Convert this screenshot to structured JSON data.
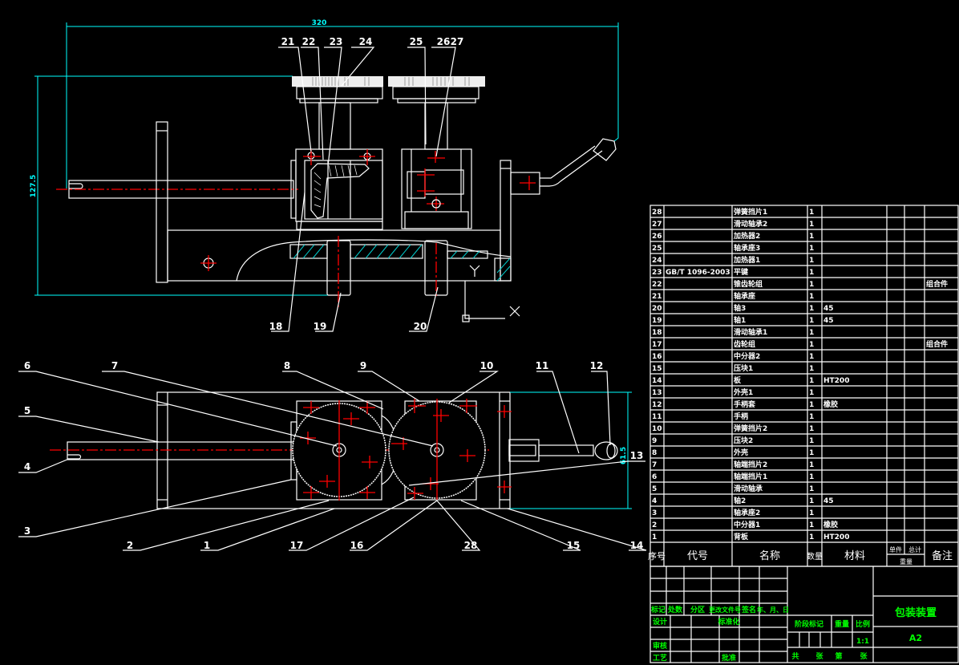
{
  "drawing": {
    "dimensions": {
      "overall_length": "320",
      "height": "127.5",
      "width": "61.5"
    },
    "ucs": {
      "x_label": "X",
      "y_label": "Y"
    },
    "elevation_labels": [
      "21",
      "22",
      "23",
      "24",
      "25",
      "26",
      "27",
      "18",
      "19",
      "20"
    ],
    "plan_labels": [
      "6",
      "7",
      "8",
      "9",
      "10",
      "11",
      "12",
      "5",
      "4",
      "13",
      "3",
      "2",
      "1",
      "17",
      "16",
      "28",
      "15",
      "14"
    ]
  },
  "bom": {
    "rows": [
      {
        "no": "28",
        "code": "",
        "name": "弹簧挡片1",
        "qty": "1",
        "material": "",
        "note": ""
      },
      {
        "no": "27",
        "code": "",
        "name": "滑动轴承2",
        "qty": "1",
        "material": "",
        "note": ""
      },
      {
        "no": "26",
        "code": "",
        "name": "加热器2",
        "qty": "1",
        "material": "",
        "note": ""
      },
      {
        "no": "25",
        "code": "",
        "name": "轴承座3",
        "qty": "1",
        "material": "",
        "note": ""
      },
      {
        "no": "24",
        "code": "",
        "name": "加热器1",
        "qty": "1",
        "material": "",
        "note": ""
      },
      {
        "no": "23",
        "code": "GB/T 1096-2003",
        "name": "平键",
        "qty": "1",
        "material": "",
        "note": ""
      },
      {
        "no": "22",
        "code": "",
        "name": "锥齿轮组",
        "qty": "1",
        "material": "",
        "note": "组合件"
      },
      {
        "no": "21",
        "code": "",
        "name": "轴承座",
        "qty": "1",
        "material": "",
        "note": ""
      },
      {
        "no": "20",
        "code": "",
        "name": "轴3",
        "qty": "1",
        "material": "45",
        "note": ""
      },
      {
        "no": "19",
        "code": "",
        "name": "轴1",
        "qty": "1",
        "material": "45",
        "note": ""
      },
      {
        "no": "18",
        "code": "",
        "name": "滑动轴承1",
        "qty": "1",
        "material": "",
        "note": ""
      },
      {
        "no": "17",
        "code": "",
        "name": "齿轮组",
        "qty": "1",
        "material": "",
        "note": "组合件"
      },
      {
        "no": "16",
        "code": "",
        "name": "中分器2",
        "qty": "1",
        "material": "",
        "note": ""
      },
      {
        "no": "15",
        "code": "",
        "name": "压块1",
        "qty": "1",
        "material": "",
        "note": ""
      },
      {
        "no": "14",
        "code": "",
        "name": "板",
        "qty": "1",
        "material": "HT200",
        "note": ""
      },
      {
        "no": "13",
        "code": "",
        "name": "外壳1",
        "qty": "1",
        "material": "",
        "note": ""
      },
      {
        "no": "12",
        "code": "",
        "name": "手柄套",
        "qty": "1",
        "material": "橡胶",
        "note": ""
      },
      {
        "no": "11",
        "code": "",
        "name": "手柄",
        "qty": "1",
        "material": "",
        "note": ""
      },
      {
        "no": "10",
        "code": "",
        "name": "弹簧挡片2",
        "qty": "1",
        "material": "",
        "note": ""
      },
      {
        "no": "9",
        "code": "",
        "name": "压块2",
        "qty": "1",
        "material": "",
        "note": ""
      },
      {
        "no": "8",
        "code": "",
        "name": "外壳",
        "qty": "1",
        "material": "",
        "note": ""
      },
      {
        "no": "7",
        "code": "",
        "name": "轴端挡片2",
        "qty": "1",
        "material": "",
        "note": ""
      },
      {
        "no": "6",
        "code": "",
        "name": "轴端挡片1",
        "qty": "1",
        "material": "",
        "note": ""
      },
      {
        "no": "5",
        "code": "",
        "name": "滑动轴承",
        "qty": "1",
        "material": "",
        "note": ""
      },
      {
        "no": "4",
        "code": "",
        "name": "轴2",
        "qty": "1",
        "material": "45",
        "note": ""
      },
      {
        "no": "3",
        "code": "",
        "name": "轴承座2",
        "qty": "1",
        "material": "",
        "note": ""
      },
      {
        "no": "2",
        "code": "",
        "name": "中分器1",
        "qty": "1",
        "material": "橡胶",
        "note": ""
      },
      {
        "no": "1",
        "code": "",
        "name": "背板",
        "qty": "1",
        "material": "HT200",
        "note": ""
      }
    ],
    "header": {
      "no": "序号",
      "code": "代号",
      "name": "名称",
      "qty": "数量",
      "material": "材料",
      "unit": "单件",
      "total": "总计",
      "weight": "重量",
      "note": "备注"
    }
  },
  "title_block": {
    "revision_headers": [
      "标记",
      "处数",
      "分区",
      "更改文件号",
      "签名",
      "年、月、日"
    ],
    "design": "设计",
    "standardization": "标准化",
    "review": "审核",
    "process": "工艺",
    "approve": "批准",
    "stage_mark": "阶段标记",
    "weight": "重量",
    "scale": "比例",
    "scale_value": "1:1",
    "total": "共",
    "sheets": "张",
    "sheet_no": "第",
    "sheets2": "张",
    "title": "包装装置",
    "format": "A2"
  }
}
